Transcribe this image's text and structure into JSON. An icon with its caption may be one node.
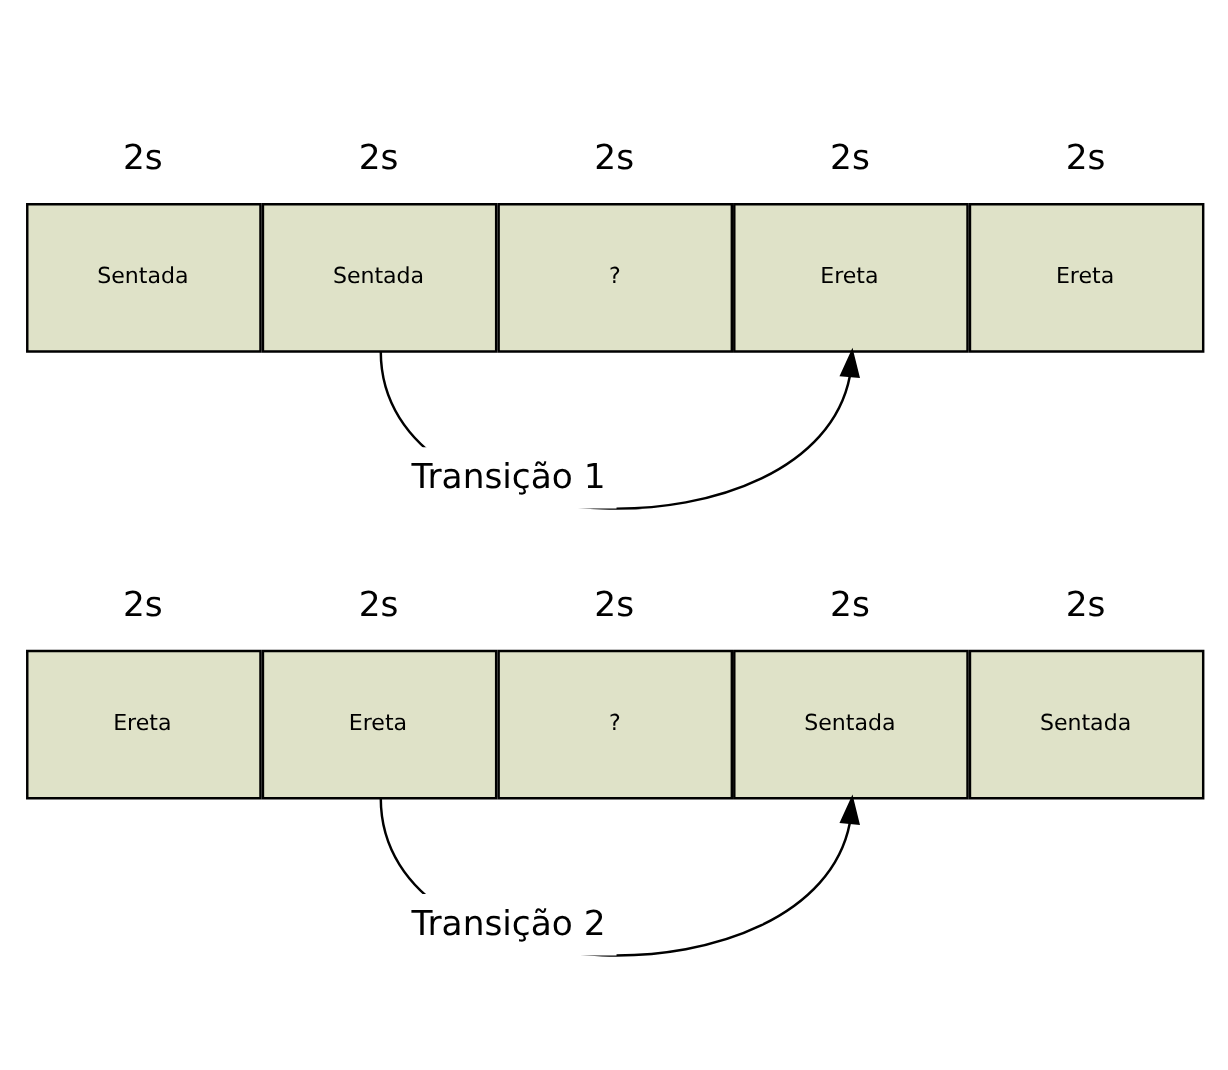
{
  "diagram": {
    "nodes": [
      {
        "text": [
          "Sentada"
        ],
        "beside": [
          "2s"
        ]
      },
      {
        "text": [
          "Sentada"
        ],
        "beside": [
          "2s"
        ]
      },
      {
        "text": [
          "?"
        ],
        "beside": [
          "2s"
        ]
      },
      {
        "text": [
          "Ereta"
        ],
        "beside": [
          "2s"
        ]
      },
      {
        "text": [
          "Ereta"
        ],
        "beside": [
          "2s"
        ]
      },
      {
        "text": [
          "Ereta"
        ],
        "beside": [
          "2s"
        ]
      },
      {
        "text": [
          "Ereta"
        ],
        "beside": [
          "2s"
        ]
      },
      {
        "text": [
          "?"
        ],
        "beside": [
          "2s"
        ]
      },
      {
        "text": [
          "Sentada"
        ],
        "beside": [
          "2s"
        ]
      },
      {
        "text": [
          "Sentada"
        ],
        "beside": [
          "2s"
        ]
      }
    ],
    "edges": [
      {
        "from": 1,
        "to": 3,
        "arrow": "to",
        "label": "Transição 1"
      },
      {
        "from": 6,
        "to": 8,
        "arrow": "to",
        "label": "Transição 2"
      }
    ]
  }
}
